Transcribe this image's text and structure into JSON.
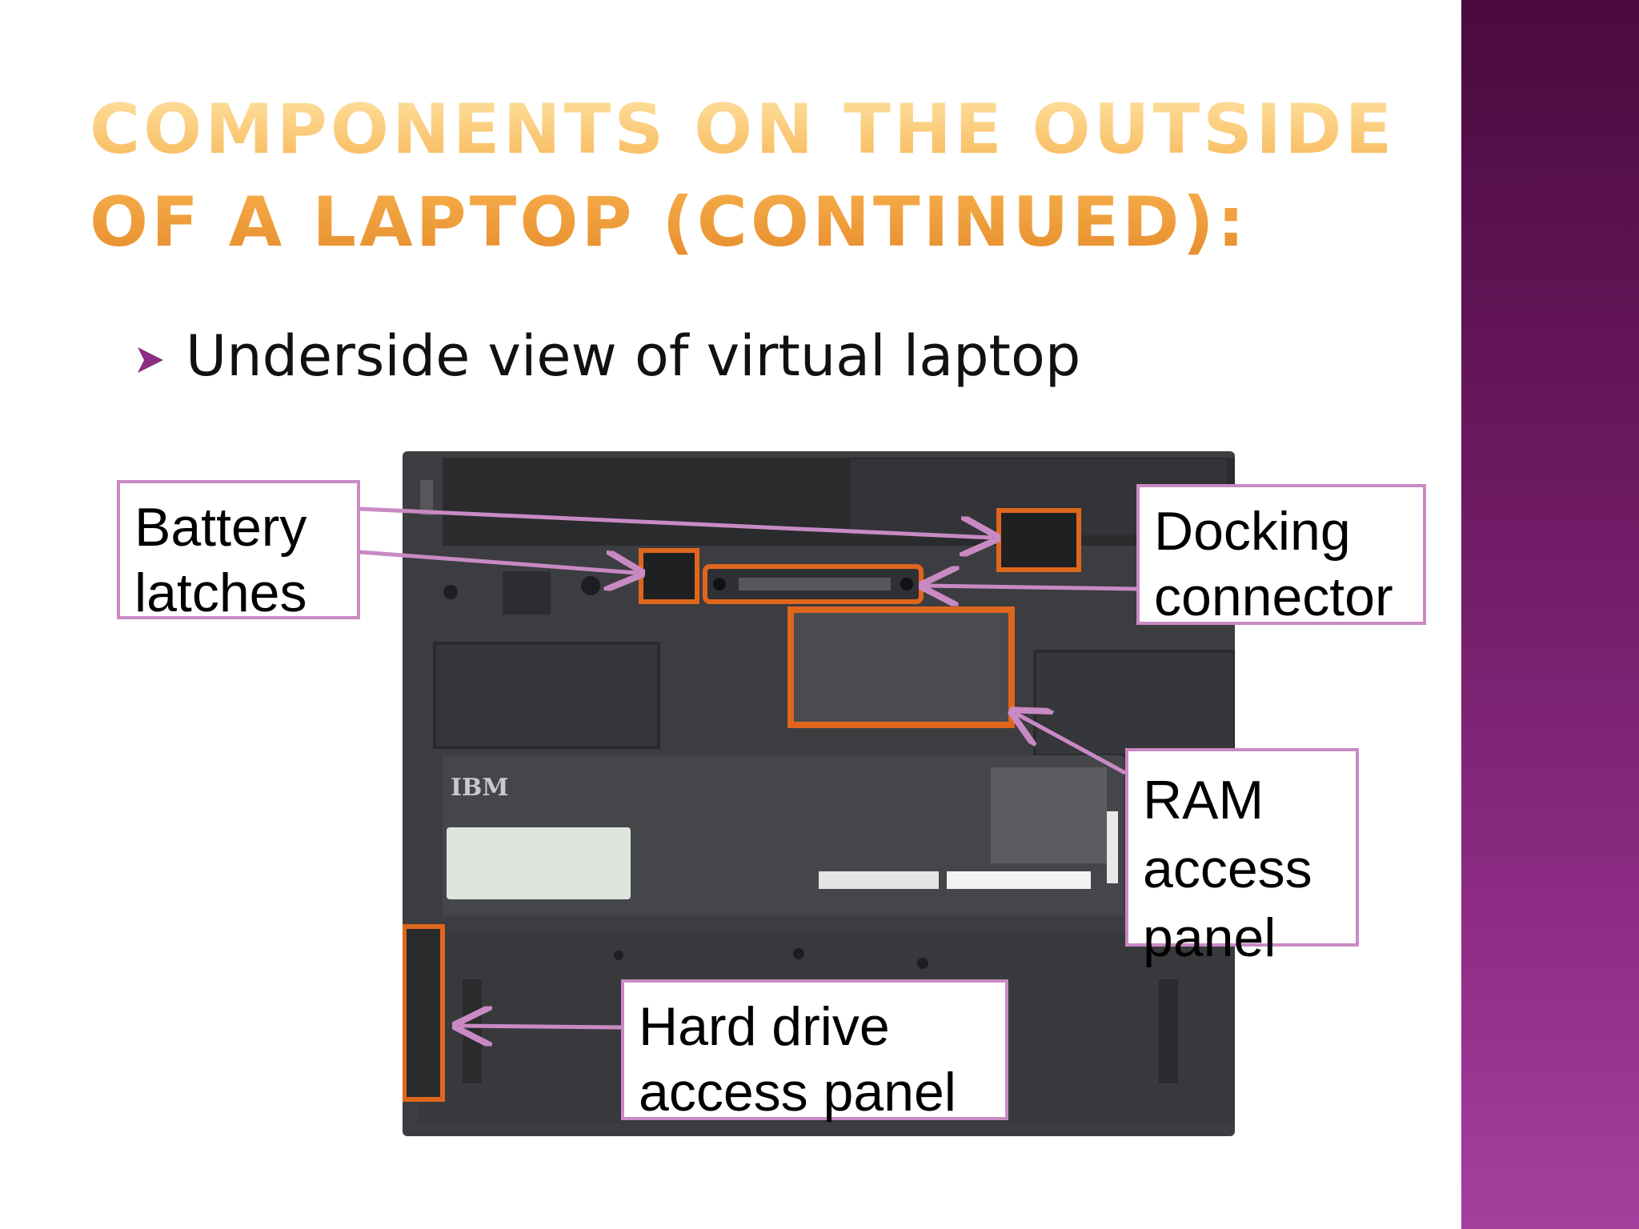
{
  "slide": {
    "title": "Components on the outside of a laptop (continued):",
    "bullet": {
      "icon": "arrowhead-bullet-icon",
      "text": "Underside view of virtual laptop"
    },
    "image": {
      "brand_text": "IBM"
    },
    "callouts": {
      "battery_latches": "Battery\nlatches",
      "docking_connector": "Docking\nconnector",
      "ram_access_panel": "RAM\naccess\npanel",
      "hard_drive_access_panel": "Hard drive\naccess panel"
    },
    "colors": {
      "title_gradient_top": "#ffe6a8",
      "title_gradient_bottom": "#e5892a",
      "side_band": "#6c1a62",
      "callout_border": "#c98ac4",
      "highlight_box": "#e0661c",
      "bullet": "#8a2d83"
    }
  }
}
